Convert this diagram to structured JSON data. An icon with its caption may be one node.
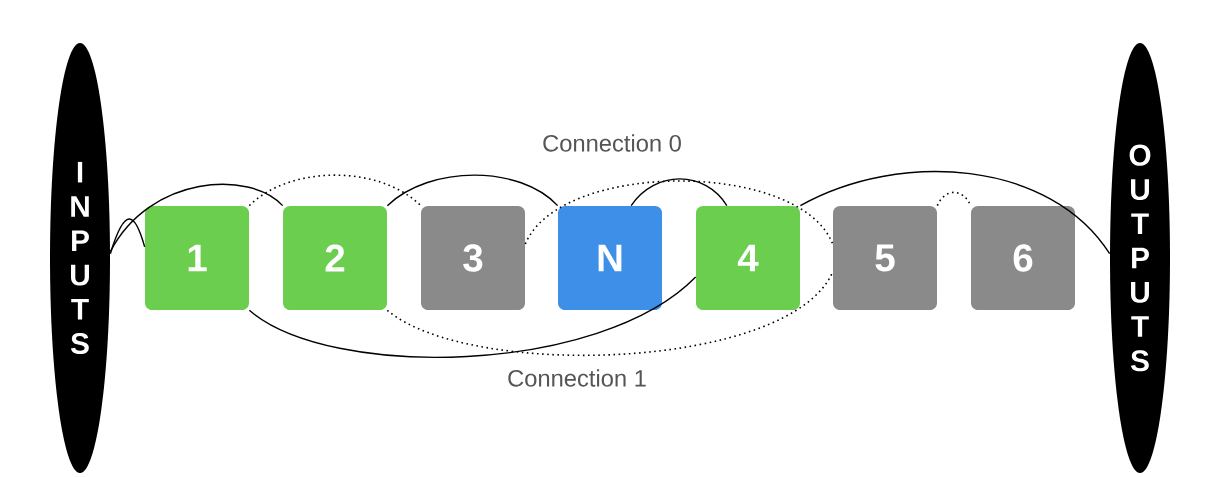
{
  "diagram": {
    "nodes": [
      {
        "text": [
          "INPUTS"
        ]
      },
      {
        "text": [
          "1"
        ]
      },
      {
        "text": [
          "2"
        ]
      },
      {
        "text": [
          "3"
        ]
      },
      {
        "text": [
          "N"
        ]
      },
      {
        "text": [
          "4"
        ]
      },
      {
        "text": [
          "5"
        ]
      },
      {
        "text": [
          "6"
        ]
      },
      {
        "text": [
          "OUTPUTS"
        ]
      }
    ],
    "edges": [
      {
        "from": 0,
        "to": 1,
        "arrow": "none"
      },
      {
        "from": 0,
        "to": 2,
        "arrow": "none"
      },
      {
        "from": 2,
        "to": 4,
        "arrow": "none"
      },
      {
        "from": 4,
        "to": 5,
        "arrow": "none"
      },
      {
        "from": 5,
        "to": 8,
        "arrow": "none"
      },
      {
        "from": 1,
        "to": 5,
        "arrow": "none"
      },
      {
        "from": 1,
        "to": 3,
        "arrow": "none",
        "style": "dashed"
      },
      {
        "from": 3,
        "to": 6,
        "arrow": "none",
        "style": "dashed"
      },
      {
        "from": 6,
        "to": 7,
        "arrow": "none",
        "style": "dashed"
      },
      {
        "from": 2,
        "to": 6,
        "arrow": "none",
        "style": "dashed"
      }
    ],
    "labels": [
      "Connection 0",
      "Connection 1"
    ]
  }
}
